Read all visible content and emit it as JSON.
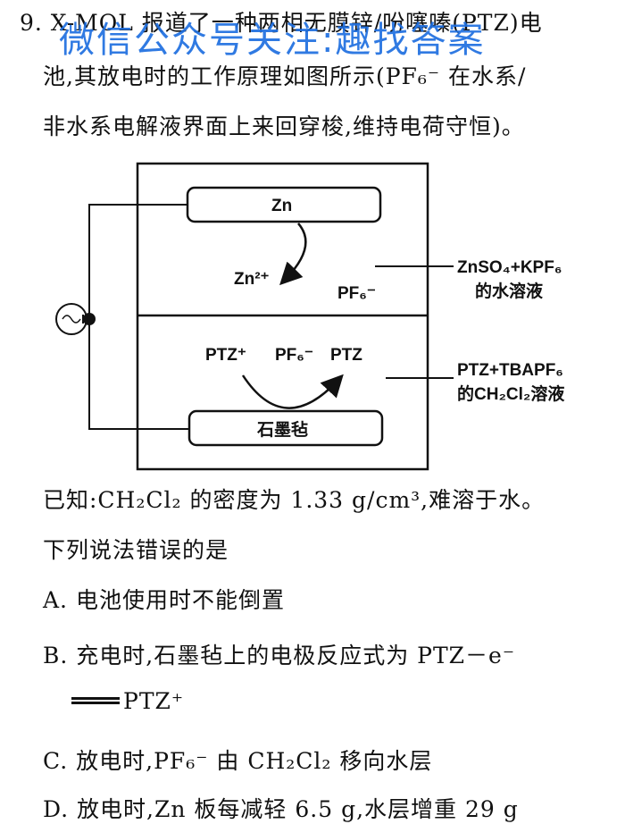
{
  "question": {
    "line1": "9. X-MOL 报道了一种两相无膜锌/吩噻嗪(PTZ)电",
    "line2": "池,其放电时的工作原理如图所示(PF₆⁻ 在水系/",
    "line3": "非水系电解液界面上来回穿梭,维持电荷守恒)。"
  },
  "watermark": "微信公众号关注:趣找答案",
  "diagram": {
    "zn_electrode": "Zn",
    "zn_ion": "Zn²⁺",
    "pf6_upper": "PF₆⁻",
    "ptz_plus": "PTZ⁺",
    "pf6_lower": "PF₆⁻",
    "ptz": "PTZ",
    "graphite_felt": "石墨毡",
    "aqueous_label_1": "ZnSO₄+KPF₆",
    "aqueous_label_2": "的水溶液",
    "organic_label_1": "PTZ+TBAPF₆",
    "organic_label_2": "的CH₂Cl₂溶液"
  },
  "known": "已知:CH₂Cl₂ 的密度为 1.33 g/cm³,难溶于水。",
  "prompt": "下列说法错误的是",
  "options": {
    "a": "A. 电池使用时不能倒置",
    "b": "B. 充电时,石墨毡上的电极反应式为 PTZ－e⁻",
    "b_cont": "PTZ⁺",
    "c": "C. 放电时,PF₆⁻ 由 CH₂Cl₂ 移向水层",
    "d": "D. 放电时,Zn 板每减轻 6.5 g,水层增重 29 g"
  }
}
